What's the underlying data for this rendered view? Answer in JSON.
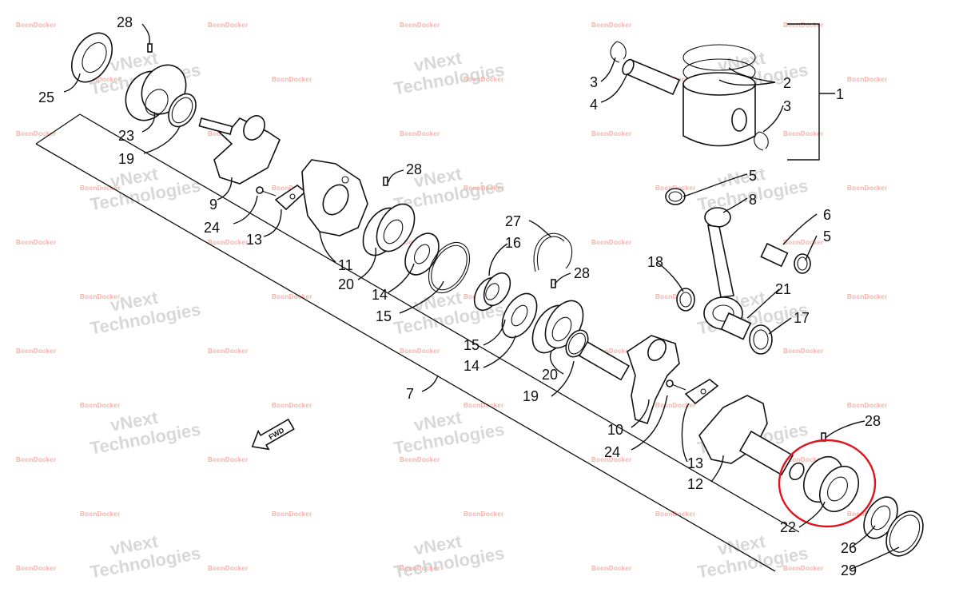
{
  "diagram": {
    "direction_label": "FWD",
    "watermark_main": "vNext\nTechnologies",
    "watermark_brand": "BoonDocker",
    "highlight_color": "#e0141c",
    "labels": [
      {
        "id": "l28a",
        "text": "28"
      },
      {
        "id": "l25",
        "text": "25"
      },
      {
        "id": "l23",
        "text": "23"
      },
      {
        "id": "l19a",
        "text": "19"
      },
      {
        "id": "l9",
        "text": "9"
      },
      {
        "id": "l24a",
        "text": "24"
      },
      {
        "id": "l13a",
        "text": "13"
      },
      {
        "id": "l11",
        "text": "11"
      },
      {
        "id": "l20a",
        "text": "20"
      },
      {
        "id": "l14a",
        "text": "14"
      },
      {
        "id": "l15a",
        "text": "15"
      },
      {
        "id": "l28b",
        "text": "28"
      },
      {
        "id": "l27",
        "text": "27"
      },
      {
        "id": "l16",
        "text": "16"
      },
      {
        "id": "l28c",
        "text": "28"
      },
      {
        "id": "l15b",
        "text": "15"
      },
      {
        "id": "l14b",
        "text": "14"
      },
      {
        "id": "l20b",
        "text": "20"
      },
      {
        "id": "l19b",
        "text": "19"
      },
      {
        "id": "l7",
        "text": "7"
      },
      {
        "id": "l10",
        "text": "10"
      },
      {
        "id": "l24b",
        "text": "24"
      },
      {
        "id": "l13b",
        "text": "13"
      },
      {
        "id": "l12",
        "text": "12"
      },
      {
        "id": "l28d",
        "text": "28"
      },
      {
        "id": "l22",
        "text": "22"
      },
      {
        "id": "l26",
        "text": "26"
      },
      {
        "id": "l29",
        "text": "29"
      },
      {
        "id": "l3a",
        "text": "3"
      },
      {
        "id": "l4",
        "text": "4"
      },
      {
        "id": "l2",
        "text": "2"
      },
      {
        "id": "l1",
        "text": "1"
      },
      {
        "id": "l3b",
        "text": "3"
      },
      {
        "id": "l5a",
        "text": "5"
      },
      {
        "id": "l8",
        "text": "8"
      },
      {
        "id": "l6",
        "text": "6"
      },
      {
        "id": "l5b",
        "text": "5"
      },
      {
        "id": "l18",
        "text": "18"
      },
      {
        "id": "l21",
        "text": "21"
      },
      {
        "id": "l17",
        "text": "17"
      }
    ]
  }
}
